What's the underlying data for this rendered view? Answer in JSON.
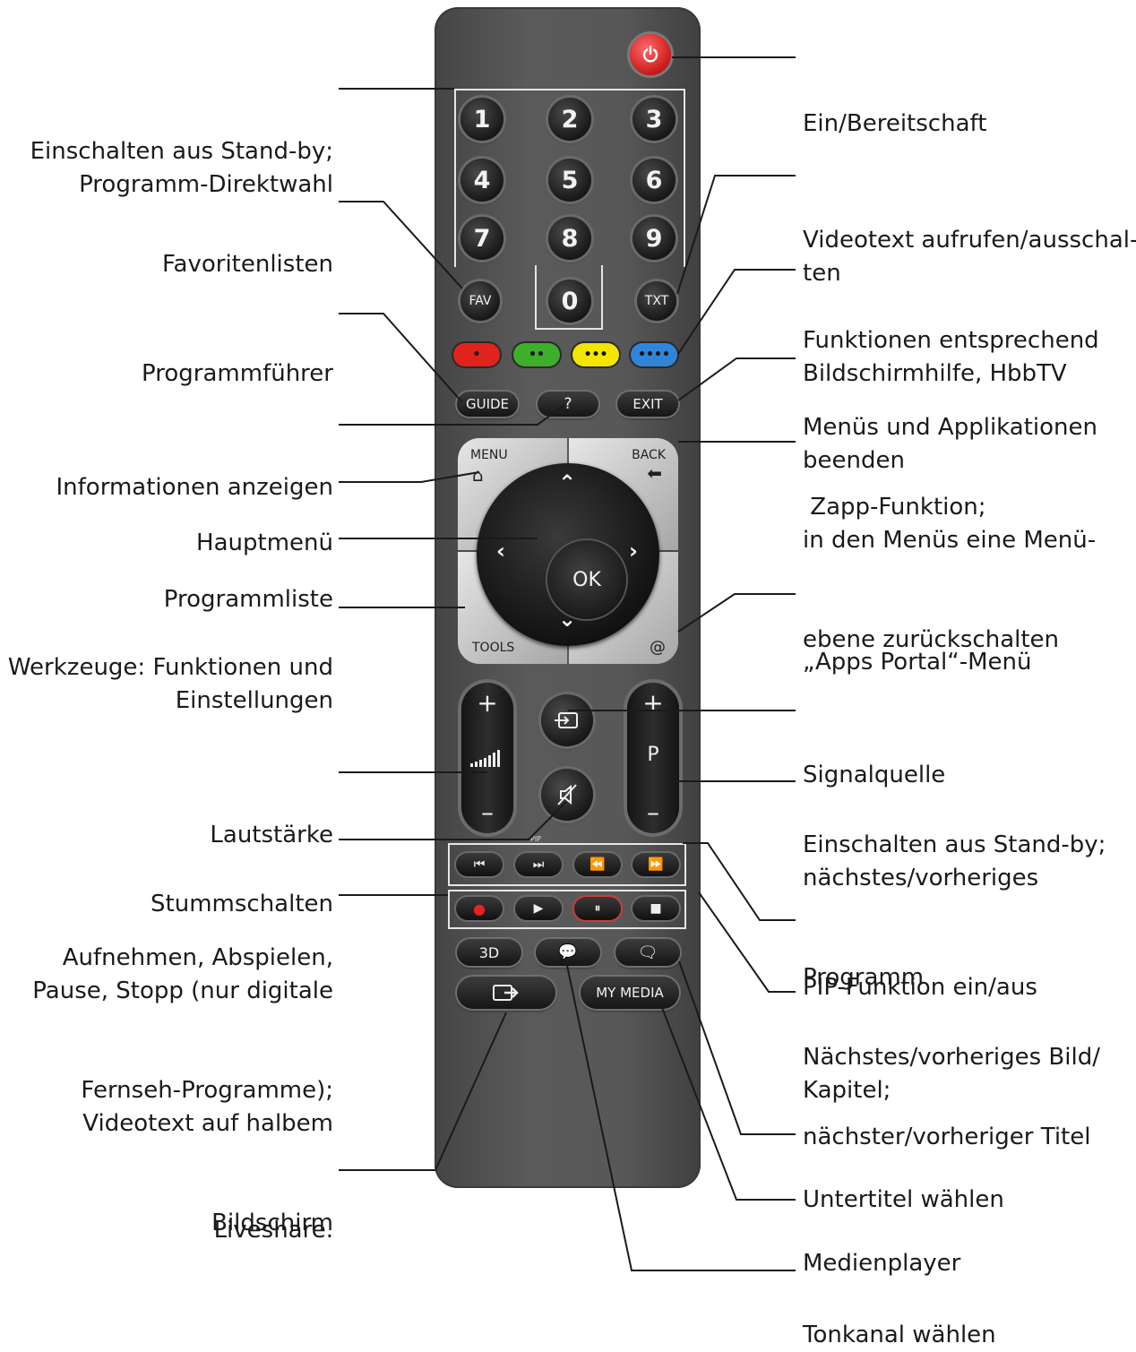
{
  "labels_left": [
    {
      "id": "standby-direct",
      "lines": [
        "Einschalten aus Stand-by;",
        "Programm-Direktwahl"
      ]
    },
    {
      "id": "favorites",
      "lines": [
        "Favoritenlisten"
      ]
    },
    {
      "id": "guide",
      "lines": [
        "Programmführer"
      ]
    },
    {
      "id": "info",
      "lines": [
        "Informationen anzeigen"
      ]
    },
    {
      "id": "main-menu",
      "lines": [
        "Hauptmenü"
      ]
    },
    {
      "id": "channel-list",
      "lines": [
        "Programmliste"
      ]
    },
    {
      "id": "tools",
      "lines": [
        "Werkzeuge: Funktionen und",
        "Einstellungen"
      ]
    },
    {
      "id": "volume",
      "lines": [
        "Lautstärke"
      ]
    },
    {
      "id": "mute",
      "lines": [
        "Stummschalten"
      ]
    },
    {
      "id": "record-play",
      "lines": [
        "Aufnehmen, Abspielen,",
        "Pause, Stopp (nur digitale",
        "Fernseh-Programme);",
        "Videotext auf halbem",
        "Bildschirm"
      ]
    },
    {
      "id": "liveshare",
      "lines": [
        "Liveshare."
      ]
    }
  ],
  "labels_right": [
    {
      "id": "power",
      "lines": [
        "Ein/Bereitschaft"
      ]
    },
    {
      "id": "teletext",
      "lines": [
        "Videotext aufrufen/ausschal-",
        "ten"
      ]
    },
    {
      "id": "color-keys",
      "lines": [
        "Funktionen entsprechend",
        "Bildschirmhilfe, HbbTV"
      ]
    },
    {
      "id": "exit",
      "lines": [
        "Menüs und Applikationen",
        "beenden"
      ]
    },
    {
      "id": "back",
      "lines": [
        " Zapp-Funktion;",
        "in den Menüs eine Menü-",
        "ebene zurückschalten"
      ]
    },
    {
      "id": "apps",
      "lines": [
        "„Apps Portal“-Menü"
      ]
    },
    {
      "id": "source",
      "lines": [
        "Signalquelle"
      ]
    },
    {
      "id": "program-updown",
      "lines": [
        "Einschalten aus Stand-by;",
        "nächstes/vorheriges",
        "Programm"
      ]
    },
    {
      "id": "pip",
      "lines": [
        "PIP-Funktion ein/aus"
      ]
    },
    {
      "id": "chapter",
      "lines": [
        "Nächstes/vorheriges Bild/",
        "Kapitel;"
      ]
    },
    {
      "id": "title",
      "lines": [
        "nächster/vorheriger Titel"
      ]
    },
    {
      "id": "subtitle",
      "lines": [
        "Untertitel wählen"
      ]
    },
    {
      "id": "media",
      "lines": [
        "Medienplayer"
      ]
    },
    {
      "id": "audio",
      "lines": [
        "Tonkanal wählen"
      ]
    }
  ],
  "remote": {
    "digits": [
      "1",
      "2",
      "3",
      "4",
      "5",
      "6",
      "7",
      "8",
      "9",
      "0"
    ],
    "fav": "FAV",
    "txt": "TXT",
    "guide": "GUIDE",
    "info": "?",
    "exit": "EXIT",
    "menu": "MENU",
    "back": "BACK",
    "tools": "TOOLS",
    "apps": "@",
    "ok": "OK",
    "vol_plus": "+",
    "vol_minus": "–",
    "prog_plus": "+",
    "prog_label": "P",
    "prog_minus": "–",
    "pip_small": "PIP",
    "btn_3d": "3D",
    "my_media": "MY MEDIA",
    "color_keys": [
      {
        "name": "red",
        "dots": "•",
        "color": "#e0231c"
      },
      {
        "name": "green",
        "dots": "••",
        "color": "#3fae2a"
      },
      {
        "name": "yellow",
        "dots": "•••",
        "color": "#f2e600"
      },
      {
        "name": "blue",
        "dots": "••••",
        "color": "#2f86d8"
      }
    ],
    "power_color": "#e63030",
    "body_color": "#505050"
  }
}
